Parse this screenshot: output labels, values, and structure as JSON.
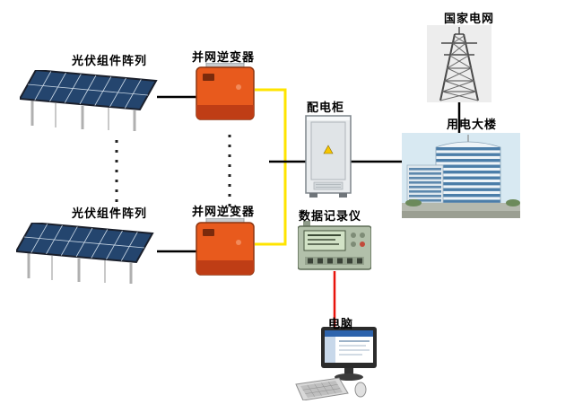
{
  "diagram": {
    "nodes": {
      "grid": {
        "label": "国家电网"
      },
      "pv_top": {
        "label": "光伏组件阵列"
      },
      "pv_bottom": {
        "label": "光伏组件阵列"
      },
      "inverter_top": {
        "label": "并网逆变器"
      },
      "inverter_bottom": {
        "label": "并网逆变器"
      },
      "cabinet": {
        "label": "配电柜"
      },
      "logger": {
        "label": "数据记录仪"
      },
      "building": {
        "label": "用电大楼"
      },
      "computer": {
        "label": "电脑"
      }
    },
    "colors": {
      "wire_dc_black": "#000000",
      "wire_ac_yellow": "#ffe400",
      "wire_data_red": "#e8130c",
      "inverter_orange": "#e85a1d",
      "inverter_band_red": "#bf3d15",
      "panel_blue": "#24456e",
      "cabinet_gray": "#e9ecee",
      "logger_green": "#b2c0aa",
      "screen_blue": "#2e64ad"
    }
  }
}
